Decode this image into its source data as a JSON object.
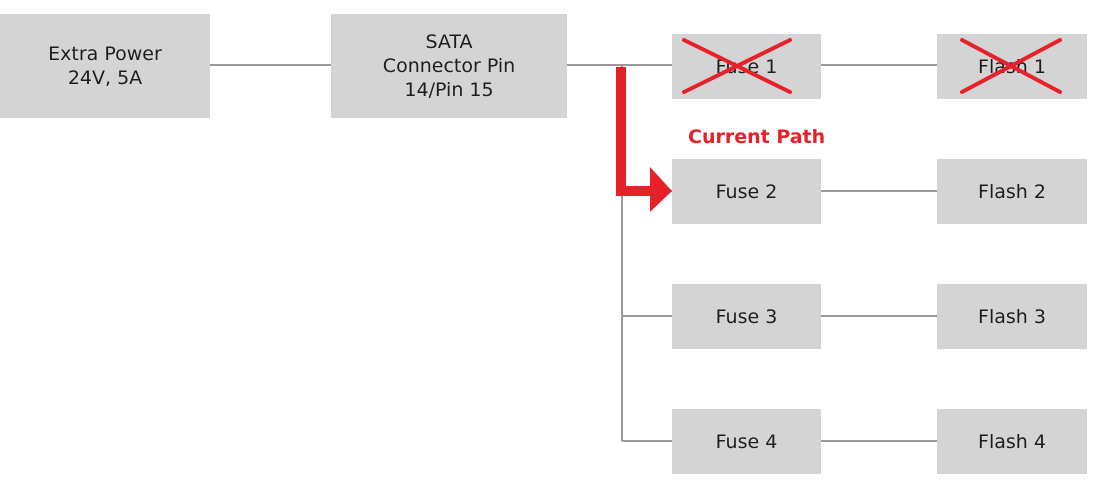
{
  "nodes": {
    "extra_power": "Extra Power\n24V, 5A",
    "sata_connector": "SATA\nConnector Pin\n14/Pin 15",
    "fuse_1": "Fuse 1",
    "flash_1": "Flash 1",
    "fuse_2": "Fuse 2",
    "flash_2": "Flash 2",
    "fuse_3": "Fuse 3",
    "flash_3": "Flash 3",
    "fuse_4": "Fuse 4",
    "flash_4": "Flash 4"
  },
  "annotation": {
    "current_path": "Current Path"
  },
  "disabled_nodes": [
    "fuse_1",
    "flash_1"
  ],
  "colors": {
    "box_fill": "#d4d4d4",
    "connector_line": "#9a9a9a",
    "highlight": "#e8202a",
    "text": "#1e1e1e"
  }
}
